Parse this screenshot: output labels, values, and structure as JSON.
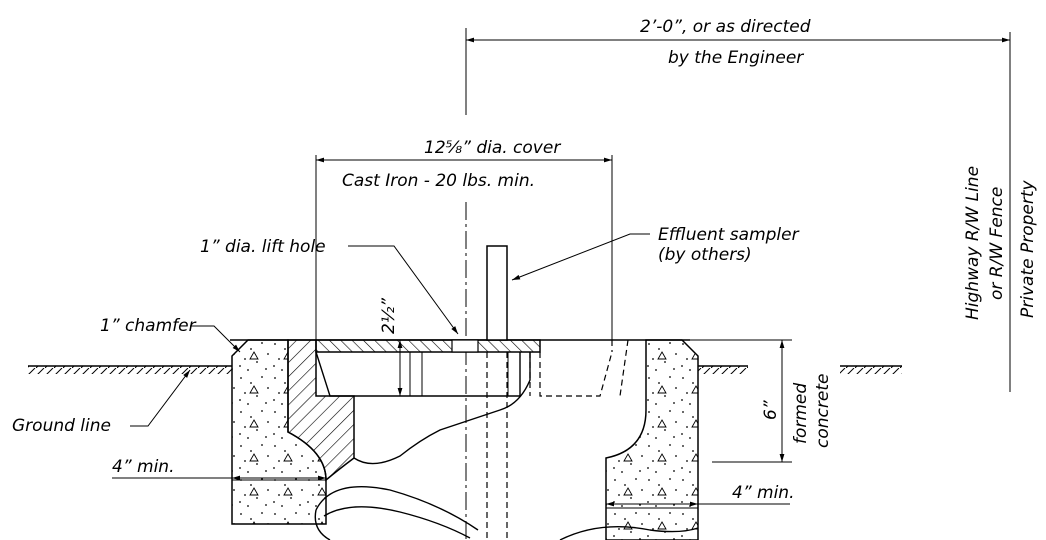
{
  "labels": {
    "top_dim_line1": "2’-0”, or as directed",
    "top_dim_line2": "by the Engineer",
    "cover_dim": "12⅝” dia. cover",
    "cover_material": "Cast Iron - 20 lbs. min.",
    "lift_hole": "1” dia. lift hole",
    "sampler_line1": "Effluent sampler",
    "sampler_line2": "(by others)",
    "chamfer": "1” chamfer",
    "ground_line": "Ground line",
    "min_left": "4” min.",
    "min_right": "4” min.",
    "depth_2half": "2½”",
    "depth_6": "6”",
    "formed_line1": "formed",
    "formed_line2": "concrete",
    "row_line1": "Highway R/W Line",
    "row_line2": "or R/W Fence",
    "row_line3": "Private Property"
  }
}
